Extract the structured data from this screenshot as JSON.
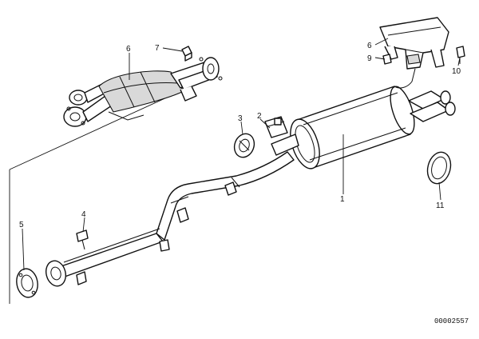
{
  "callouts": {
    "c1": "1",
    "c2": "2",
    "c3": "3",
    "c4": "4",
    "c5": "5",
    "c6a": "6",
    "c6b": "6",
    "c7": "7",
    "c9": "9",
    "c10": "10",
    "c11": "11"
  },
  "document_id": "00002557"
}
